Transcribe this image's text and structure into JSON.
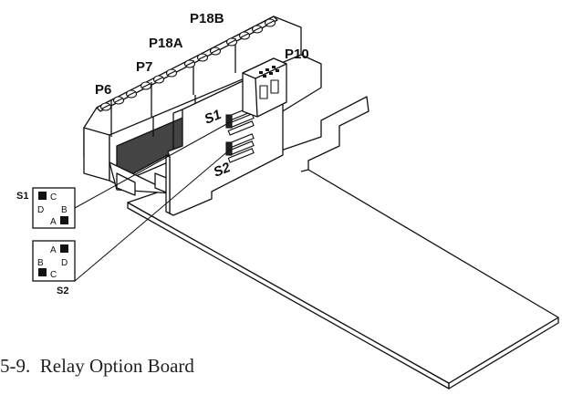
{
  "figure": {
    "caption_number": "5-9.",
    "caption_title": "Relay Option Board"
  },
  "connectors": {
    "p6": "P6",
    "p7": "P7",
    "p18a": "P18A",
    "p18b": "P18B",
    "p10": "P10"
  },
  "jumpers": {
    "s1_board": "S1",
    "s2_board": "S2",
    "s1_detail": "S1",
    "s2_detail": "S2"
  },
  "s1_pins": {
    "top": "C",
    "left": "D",
    "right": "B",
    "bottom": "A"
  },
  "s2_pins": {
    "top": "A",
    "left": "B",
    "right": "D",
    "bottom": "C"
  }
}
